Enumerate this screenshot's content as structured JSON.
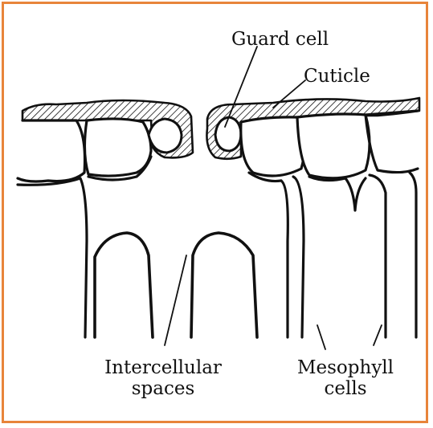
{
  "diagram": {
    "labels": {
      "guard_cell": "Guard cell",
      "cuticle": "Cuticle",
      "intercellular_line1": "Intercellular",
      "intercellular_line2": "spaces",
      "mesophyll_line1": "Mesophyll",
      "mesophyll_line2": "cells"
    },
    "colors": {
      "border": "#e8843a",
      "ink": "#111111",
      "cuticle_fill": "#ffffff"
    }
  }
}
